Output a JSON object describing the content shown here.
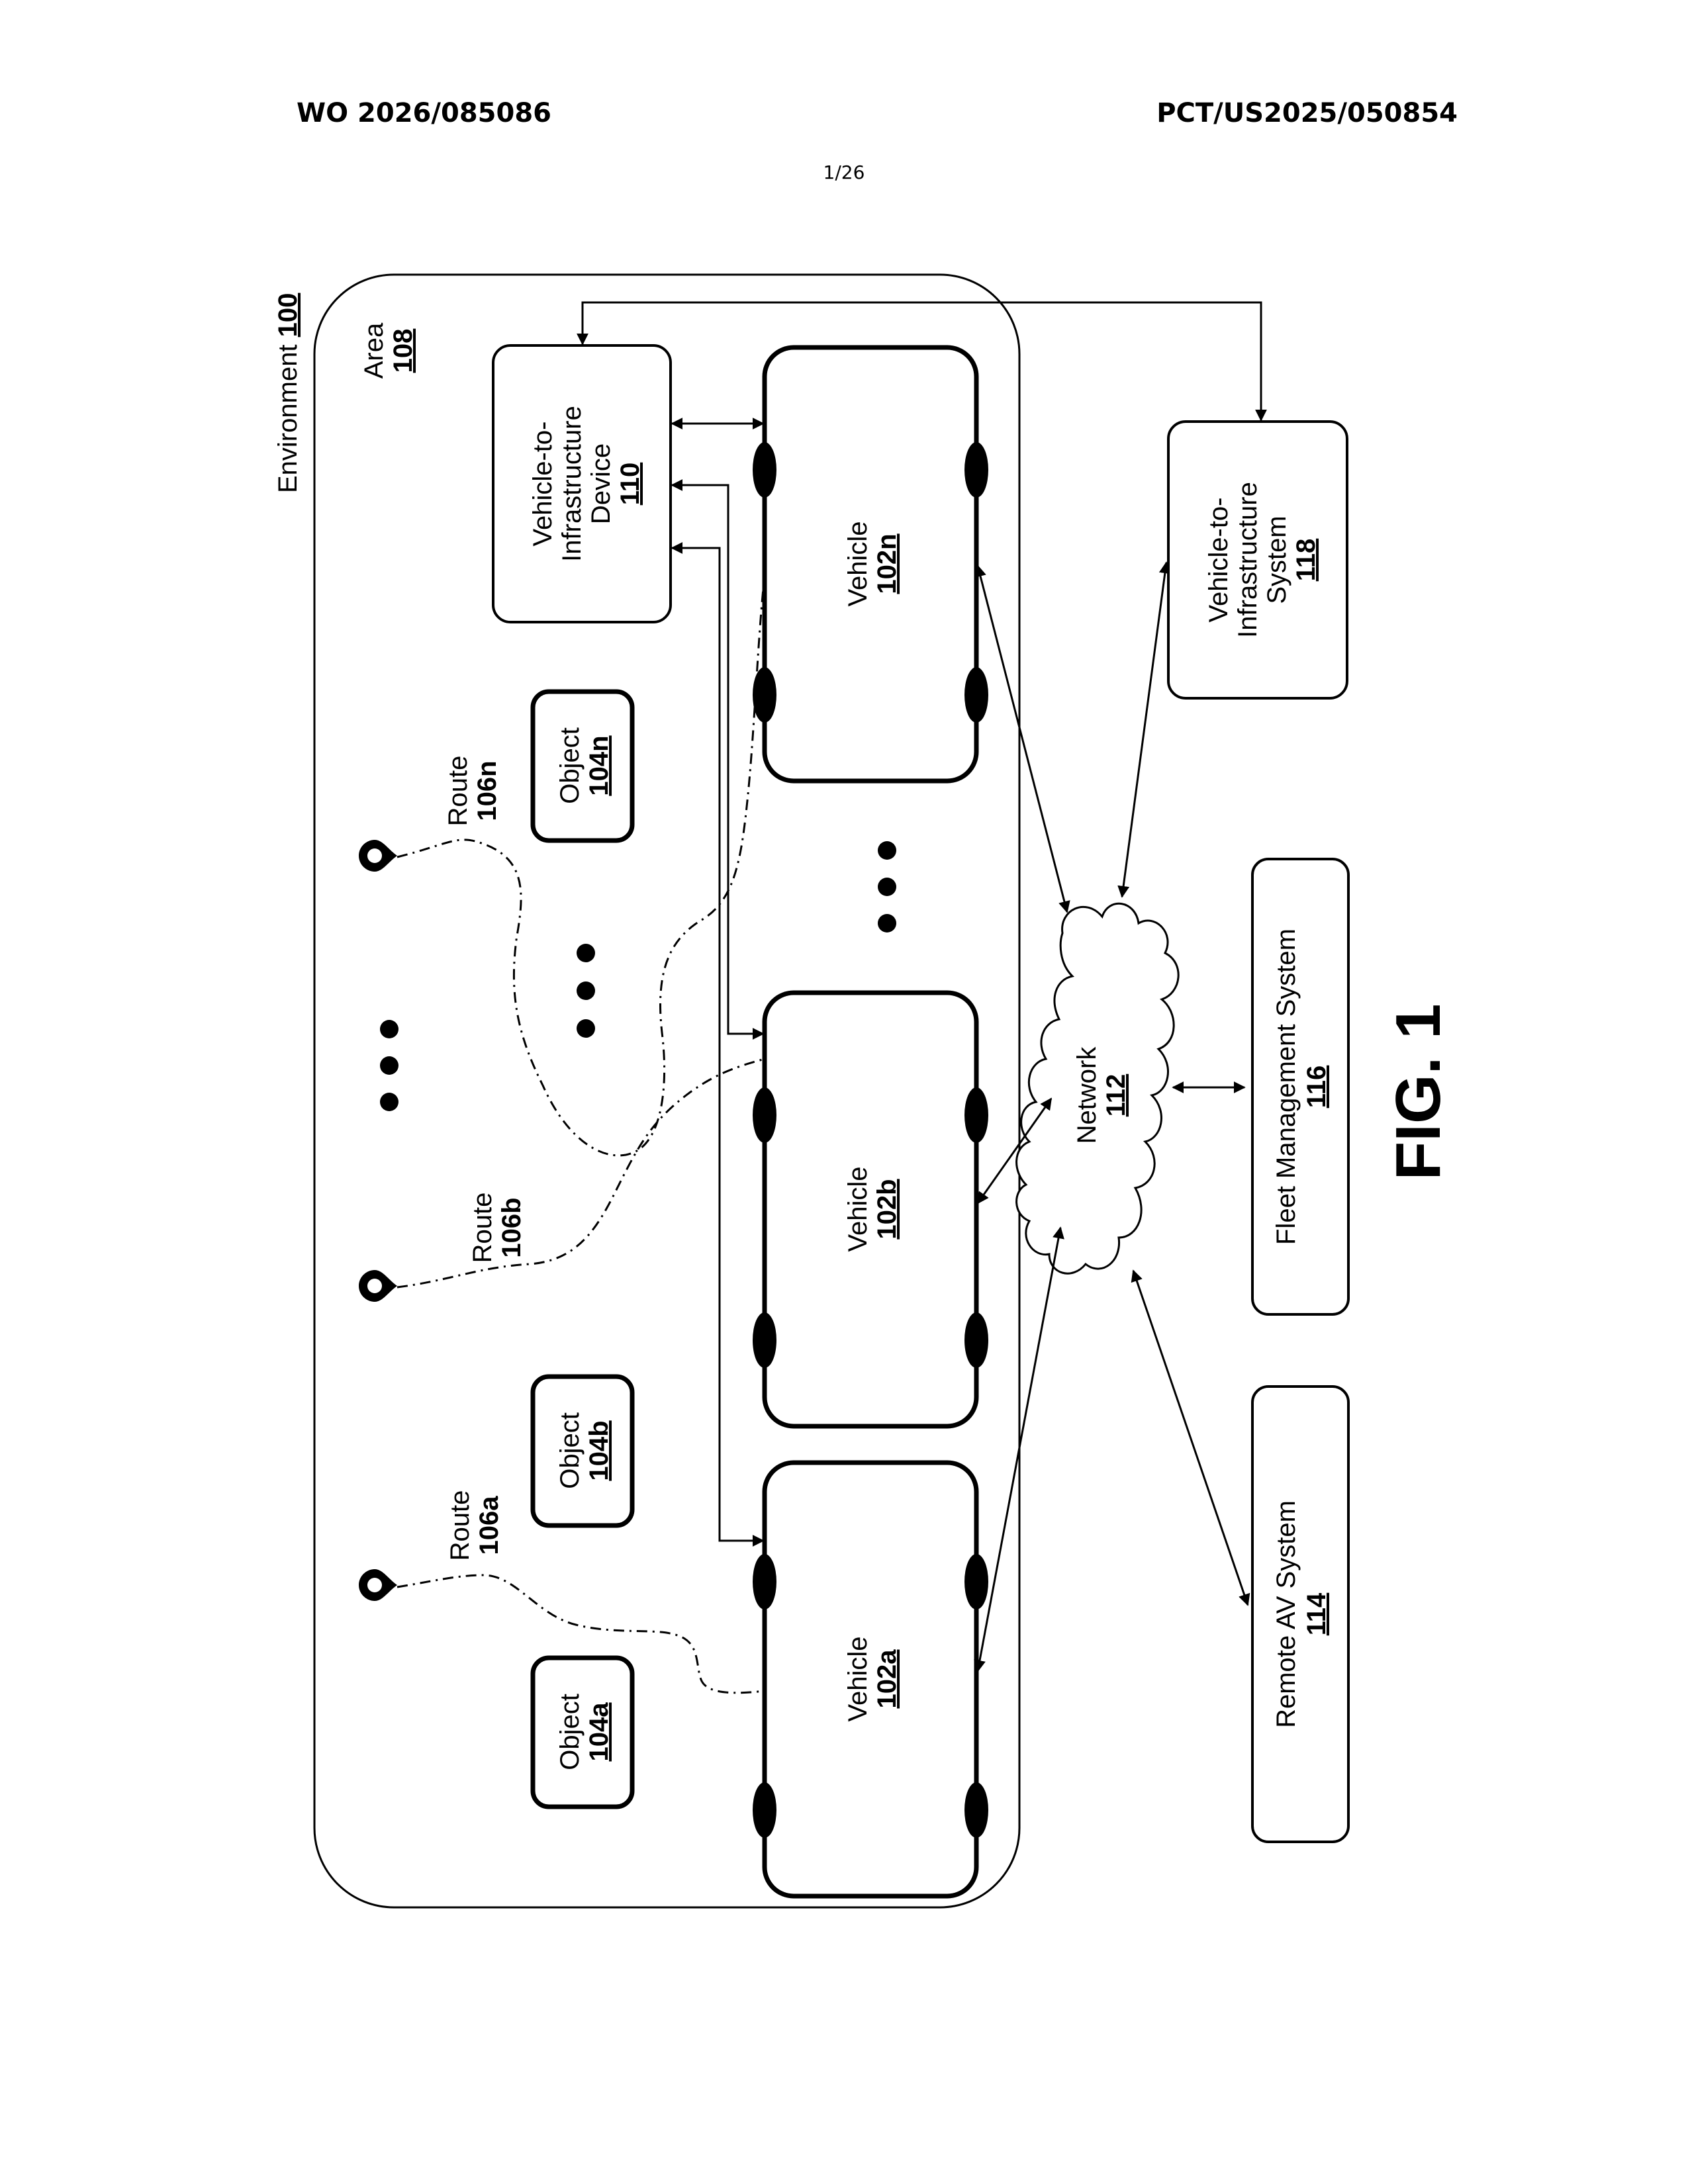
{
  "header": {
    "publication_number": "WO 2026/085086",
    "application_number": "PCT/US2025/050854",
    "sheet": "1/26"
  },
  "figure": {
    "label": "FIG. 1",
    "environment": {
      "label": "Environment",
      "ref": "100"
    },
    "area": {
      "label": "Area",
      "ref": "108"
    },
    "vehicles": [
      {
        "label": "Vehicle",
        "ref": "102a"
      },
      {
        "label": "Vehicle",
        "ref": "102b"
      },
      {
        "label": "Vehicle",
        "ref": "102n"
      }
    ],
    "objects": [
      {
        "label": "Object",
        "ref": "104a"
      },
      {
        "label": "Object",
        "ref": "104b"
      },
      {
        "label": "Object",
        "ref": "104n"
      }
    ],
    "routes": [
      {
        "label": "Route",
        "ref": "106a"
      },
      {
        "label": "Route",
        "ref": "106b"
      },
      {
        "label": "Route",
        "ref": "106n"
      }
    ],
    "v2i_device": {
      "line1": "Vehicle-to-",
      "line2": "Infrastructure",
      "line3": "Device",
      "ref": "110"
    },
    "network": {
      "label": "Network",
      "ref": "112"
    },
    "remote_av": {
      "label": "Remote AV System",
      "ref": "114"
    },
    "fleet": {
      "label": "Fleet Management System",
      "ref": "116"
    },
    "v2i_system": {
      "line1": "Vehicle-to-",
      "line2": "Infrastructure",
      "line3": "System",
      "ref": "118"
    }
  }
}
